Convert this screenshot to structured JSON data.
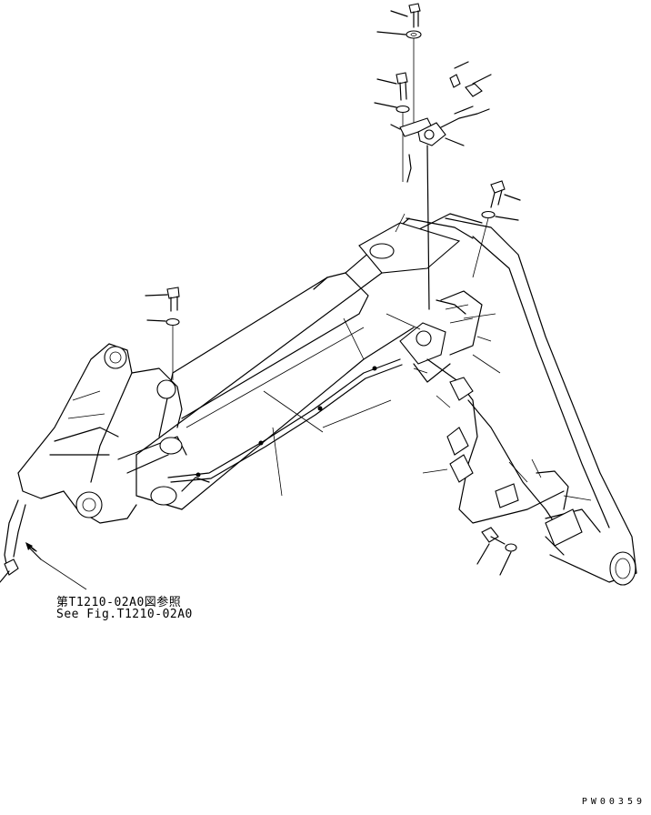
{
  "reference": {
    "jp": "第T1210-02A0図参照",
    "en": "See Fig.T1210-02A0"
  },
  "illustration_code": "PW00359"
}
